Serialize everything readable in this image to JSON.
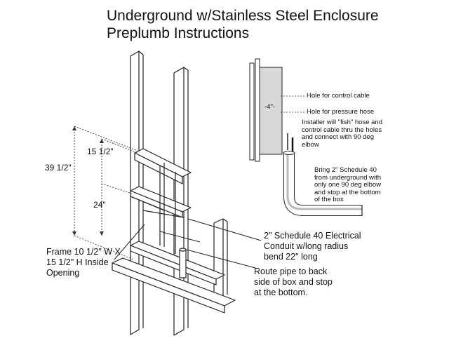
{
  "title": {
    "line1": "Underground w/Stainless Steel Enclosure",
    "line2": "Preplumb Instructions"
  },
  "dimensions": {
    "upper": "15 1/2\"",
    "total": "39 1/2\"",
    "lower": "24\""
  },
  "box_detail": {
    "depth": "-4\"-",
    "hole_control": "Hole for control cable",
    "hole_pressure": "Hole for pressure hose",
    "installer_note": [
      "Installer will \"fish\" hose and",
      "control cable thru the holes",
      "and connect with 90 deg",
      "elbow"
    ]
  },
  "elbow_note": [
    "Bring 2\" Schedule 40",
    "from underground with",
    "only one 90 deg elbow",
    "and stop at the bottom",
    "of the box"
  ],
  "conduit_note": [
    "2\" Schedule 40 Electrical",
    "Conduit w/long radius",
    "bend 22\" long"
  ],
  "frame_note": [
    "Frame 10 1/2\" W X",
    "15 1/2\" H Inside",
    "Opening"
  ],
  "route_note": [
    "Route pipe to back",
    "side of box and stop",
    "at the bottom."
  ]
}
